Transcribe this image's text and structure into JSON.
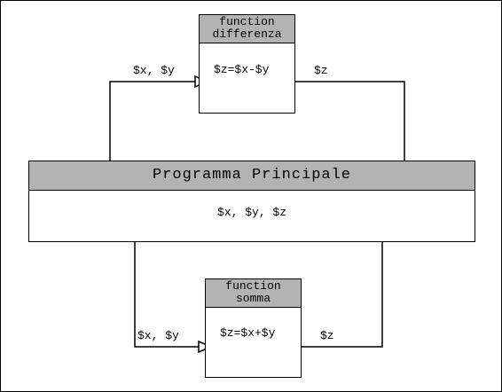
{
  "diff_box": {
    "title_line1": "function",
    "title_line2": "differenza",
    "formula": "$z=$x-$y"
  },
  "sum_box": {
    "title_line1": "function",
    "title_line2": "somma",
    "formula": "$z=$x+$y"
  },
  "main_program": {
    "title": "Programma Principale",
    "vars": "$x, $y, $z"
  },
  "labels": {
    "to_diff": "$x, $y",
    "from_diff": "$z",
    "to_sum": "$x, $y",
    "from_sum": "$z"
  }
}
